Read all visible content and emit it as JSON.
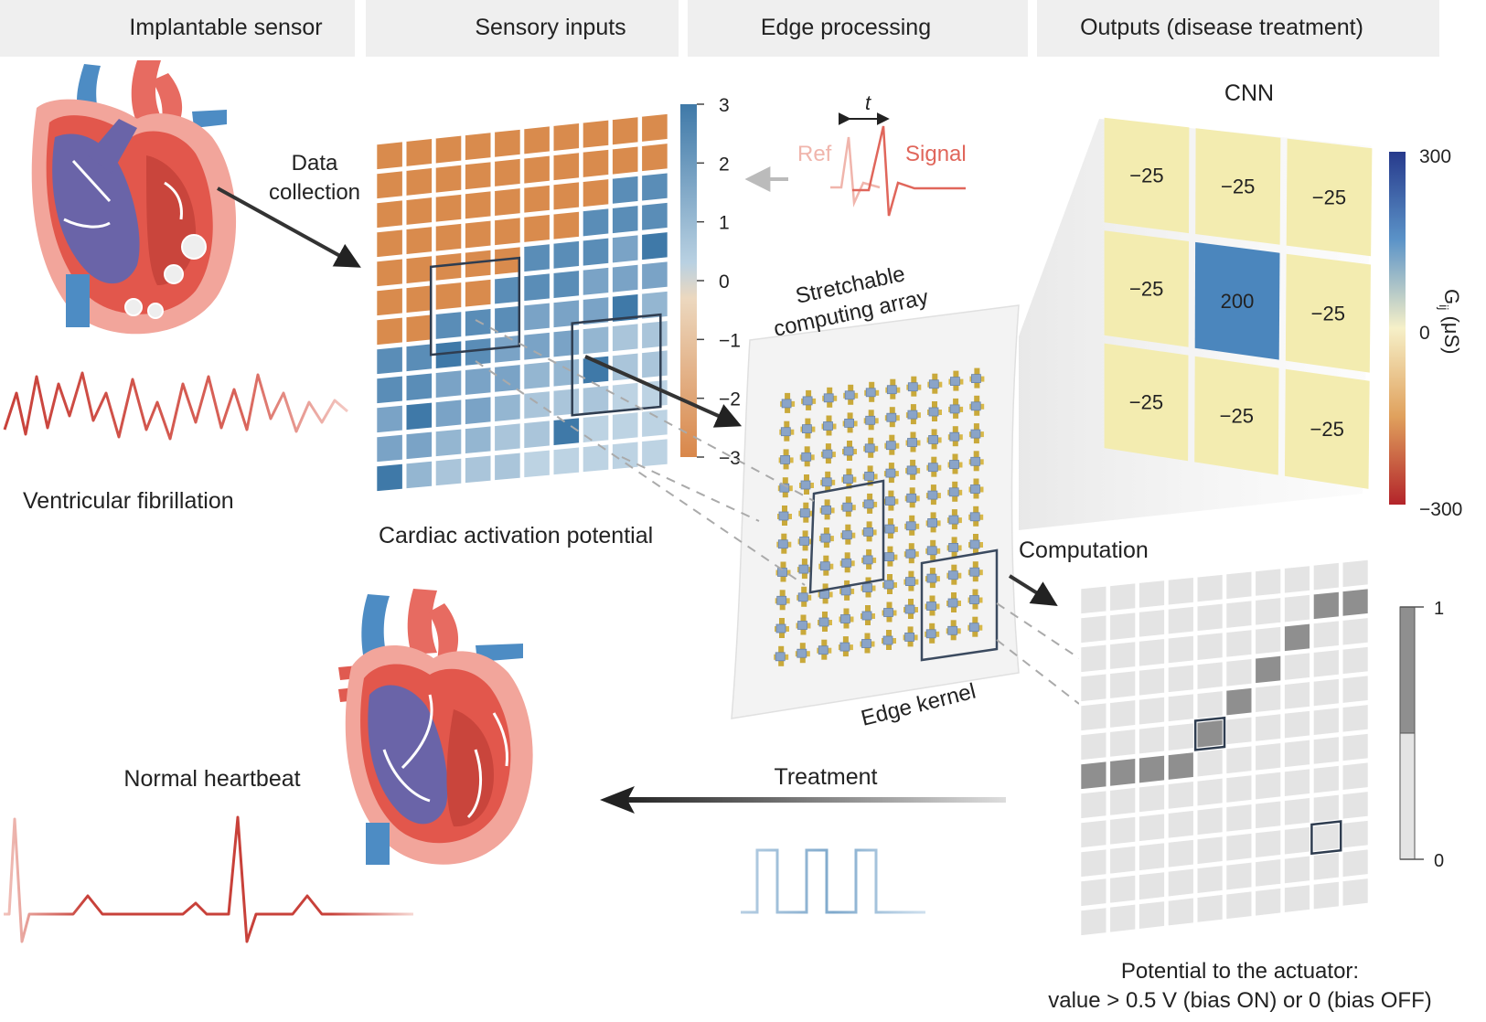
{
  "headers": {
    "implantable_sensor": "Implantable sensor",
    "sensory_inputs": "Sensory inputs",
    "edge_processing": "Edge processing",
    "outputs": "Outputs (disease treatment)"
  },
  "labels": {
    "data_collection_line1": "Data",
    "data_collection_line2": "collection",
    "ventricular_fibrillation": "Ventricular fibrillation",
    "cardiac_activation_potential": "Cardiac activation potential",
    "ref": "Ref",
    "signal": "Signal",
    "t": "t",
    "stretchable_line1": "Stretchable",
    "stretchable_line2": "computing array",
    "edge_kernel": "Edge kernel",
    "computation": "Computation",
    "treatment": "Treatment",
    "normal_heartbeat": "Normal heartbeat",
    "cnn": "CNN",
    "actuator_line1": "Potential to the actuator:",
    "actuator_line2": "value > 0.5 V (bias ON) or 0 (bias OFF)"
  },
  "activation_colorbar": {
    "ticks": [
      "3",
      "2",
      "1",
      "0",
      "−1",
      "−2",
      "−3"
    ]
  },
  "kernel": {
    "values": [
      "−25",
      "−25",
      "−25",
      "−25",
      "200",
      "−25",
      "−25",
      "−25",
      "−25"
    ],
    "colorbar_ticks": [
      "300",
      "0",
      "−300"
    ],
    "colorbar_label": "G",
    "colorbar_label_sub": "ij",
    "colorbar_label_unit": " (μS)"
  },
  "output_colorbar": {
    "ticks": [
      "1",
      "0"
    ]
  },
  "colors": {
    "header_bg": "#efefef",
    "activation_orange": "#d98b4d",
    "activation_blue_dark": "#3f79a8",
    "activation_blue_light": "#b8d0e0",
    "kernel_yellow": "#f3ecb0",
    "kernel_center": "#4b86bd",
    "output_light": "#e4e4e4",
    "output_dark": "#8f8f8f",
    "heart_red": "#e0594f",
    "heart_blue": "#4d8cc4",
    "heart_purple": "#6a64a8"
  }
}
